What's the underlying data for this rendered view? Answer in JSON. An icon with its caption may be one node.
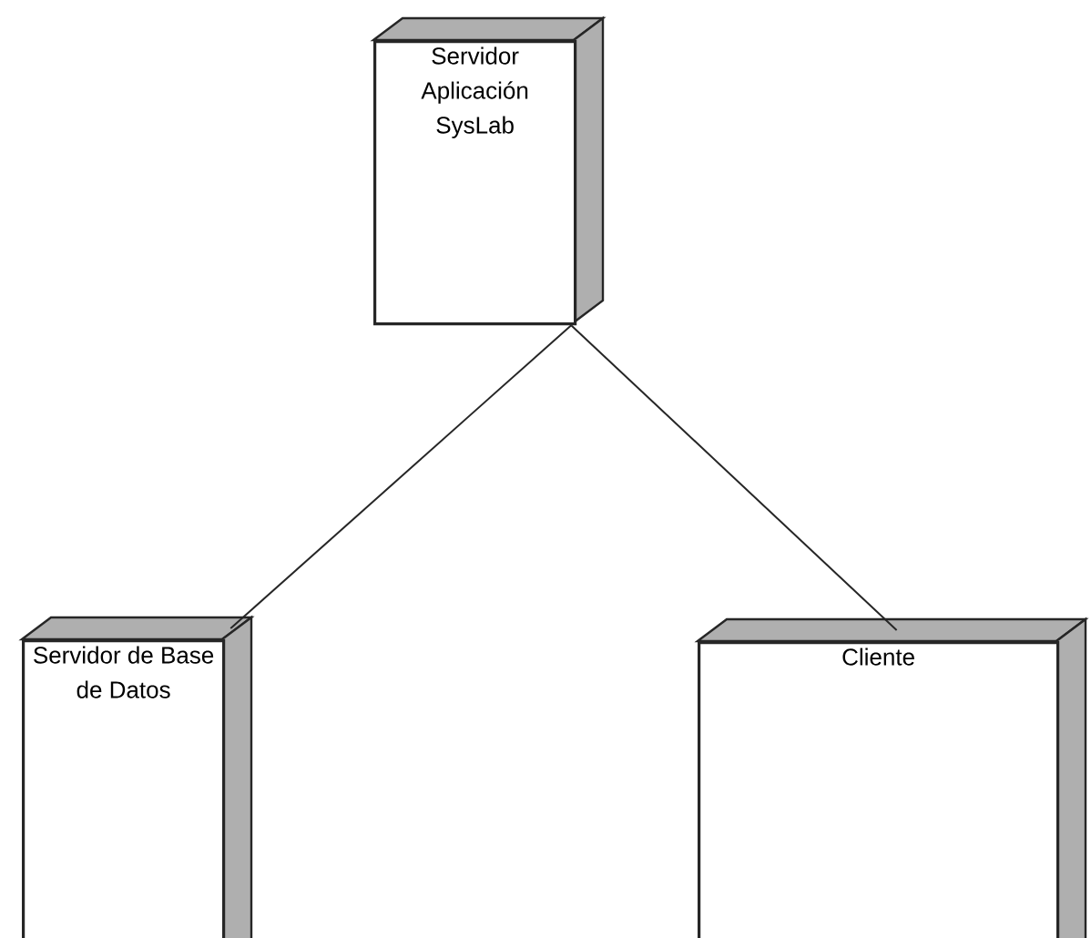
{
  "diagram": {
    "nodes": [
      {
        "text": [
          "Servidor Aplicación SysLab"
        ]
      },
      {
        "text": [
          "Servidor de Base de Datos"
        ]
      },
      {
        "text": [
          "Cliente"
        ]
      }
    ],
    "edges": [
      {
        "from": 0,
        "to": 1,
        "arrow": "none"
      },
      {
        "from": 0,
        "to": 2,
        "arrow": "none"
      }
    ]
  }
}
